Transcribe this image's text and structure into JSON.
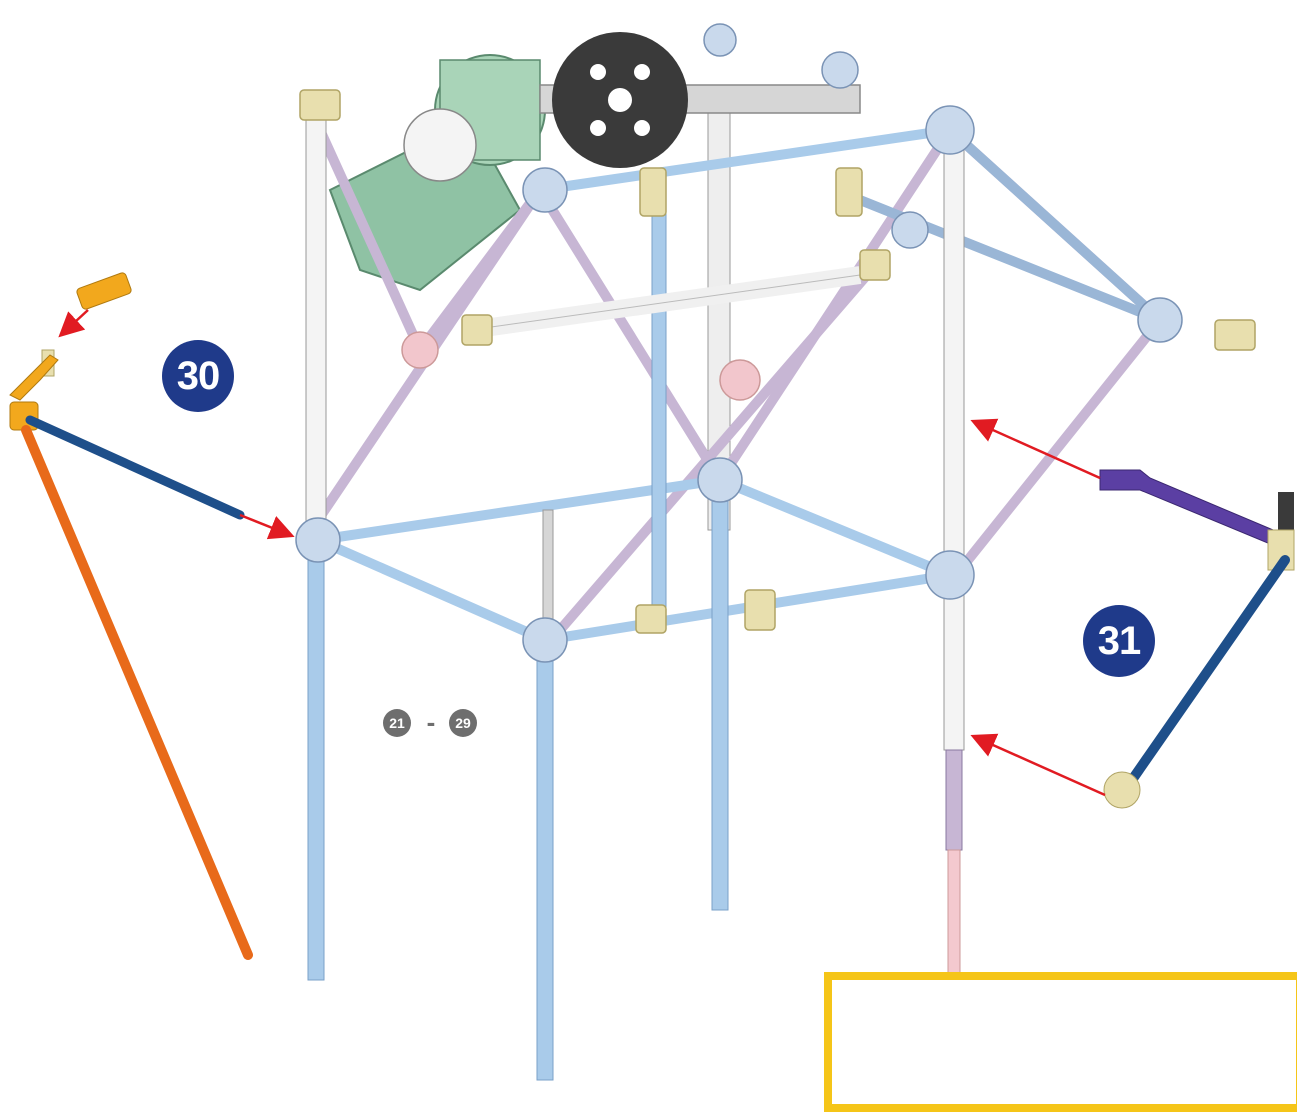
{
  "steps": {
    "step_a": "30",
    "step_b": "31"
  },
  "range": {
    "from": "21",
    "separator": "-",
    "to": "29"
  },
  "colors": {
    "badge_blue": "#1f3a8a",
    "badge_gray": "#6e6e6e",
    "rod_blue": "#a9cbea",
    "rod_white": "#eeeeee",
    "rod_purple": "#c7b6d4",
    "rod_orange": "#e86a1a",
    "rod_darkblue": "#1e4f8a",
    "connector_yellow": "#e8dfae",
    "motor_green": "#a9d4b8",
    "gear_dark": "#3a3a3a",
    "arrow_red": "#e11b22",
    "frame_yellow": "#f5c518"
  },
  "icons": [
    "red-arrow-icon",
    "gear-icon",
    "motor-icon",
    "connector-icon"
  ]
}
